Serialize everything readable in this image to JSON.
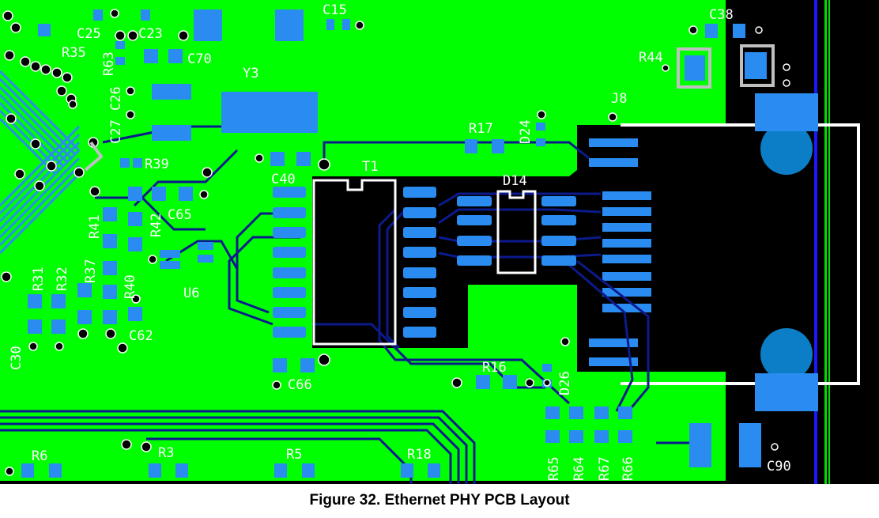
{
  "caption": "Figure 32. Ethernet PHY PCB Layout",
  "colors": {
    "copper_plane": "#00ff00",
    "void_region": "#000000",
    "trace": "#0b1a8c",
    "pad": "#2a8cf0",
    "mounting_hole": "#0c7ec8",
    "via": "#000000",
    "silkscreen": "#ffffff",
    "outline_gray": "#c0c0c0",
    "edge_line_blue": "#1a1aff",
    "edge_line_green": "#00dd00"
  },
  "designators": {
    "C25": "C25",
    "C23": "C23",
    "C15": "C15",
    "C38": "C38",
    "R35": "R35",
    "R63": "R63",
    "C70": "C70",
    "Y3": "Y3",
    "R44": "R44",
    "C26": "C26",
    "C27": "C27",
    "J8": "J8",
    "R17": "R17",
    "D24": "D24",
    "R39": "R39",
    "C40": "C40",
    "T1": "T1",
    "D14": "D14",
    "C65": "C65",
    "R41": "R41",
    "R42": "R42",
    "R37": "R37",
    "R40": "R40",
    "R31": "R31",
    "R32": "R32",
    "U6": "U6",
    "C62": "C62",
    "C30": "C30",
    "C66": "C66",
    "R16": "R16",
    "D26": "D26",
    "R6": "R6",
    "R3": "R3",
    "R5": "R5",
    "R18": "R18",
    "R65": "R65",
    "R64": "R64",
    "R67": "R67",
    "R66": "R66",
    "C90": "C90"
  }
}
